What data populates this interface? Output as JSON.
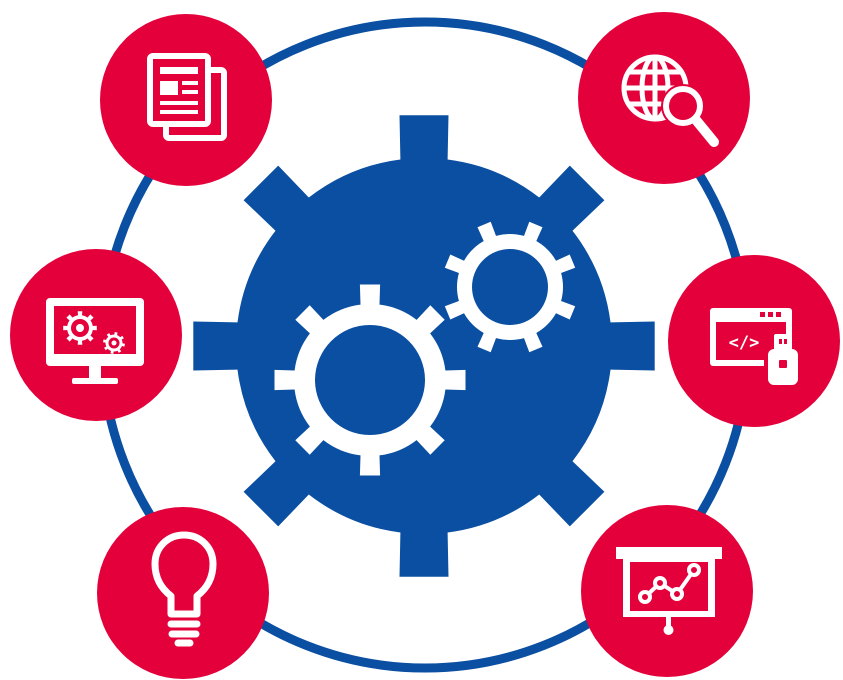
{
  "colors": {
    "ring": "#0a4fa1",
    "gear": "#0a4fa1",
    "inner_gears": "#ffffff",
    "badge": "#e3003b",
    "icon": "#ffffff",
    "background": "#ffffff"
  },
  "center": {
    "icon": "large-gear-with-two-small-gears-icon"
  },
  "badges": [
    {
      "position": "top-left",
      "icon": "newspaper-document-icon"
    },
    {
      "position": "top-right",
      "icon": "globe-search-icon"
    },
    {
      "position": "middle-left",
      "icon": "monitor-gears-icon"
    },
    {
      "position": "middle-right",
      "icon": "browser-code-usb-icon"
    },
    {
      "position": "bottom-left",
      "icon": "light-bulb-icon"
    },
    {
      "position": "bottom-right",
      "icon": "presentation-chart-icon"
    }
  ],
  "code_glyph": "</>"
}
